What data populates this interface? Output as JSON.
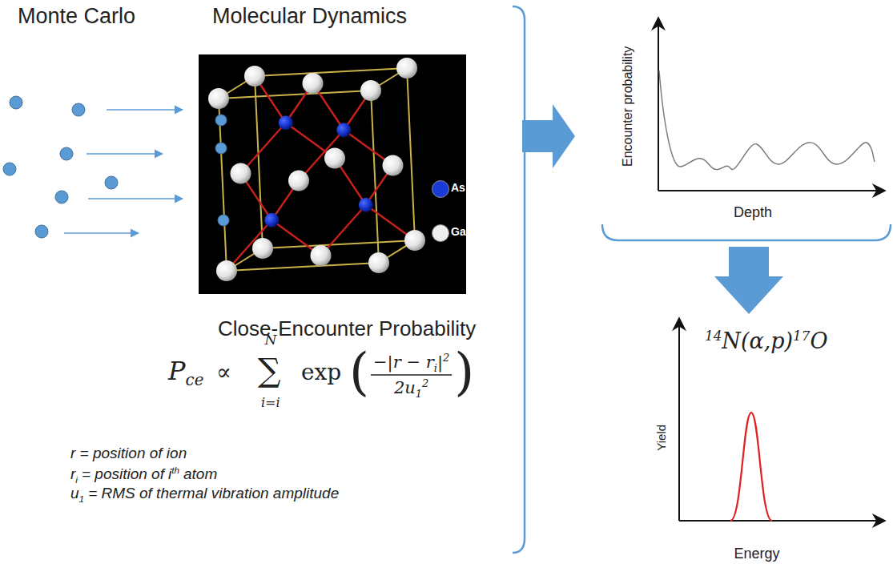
{
  "diagram": {
    "labels": [
      "Monte Carlo",
      "Molecular Dynamics",
      "Close-Encounter Probability",
      "P",
      "ce",
      "∝",
      "N",
      "∑",
      "i=i",
      "exp",
      "(",
      "−|r − r",
      "i",
      "|",
      "2",
      "2u",
      "1",
      "2",
      ")",
      "r = position of ion",
      "r",
      "i",
      "= position of",
      "i",
      "th",
      "atom",
      "u",
      "1",
      "= RMS of thermal vibration amplitude",
      "Encounter probability",
      "Depth",
      "Yield",
      "Energy",
      "14",
      "N(α,p)",
      "17",
      "O"
    ],
    "legend": [
      {
        "text": "As",
        "color": "#1a3bd6"
      },
      {
        "text": "Ga",
        "color": "#eeeeee"
      }
    ]
  }
}
